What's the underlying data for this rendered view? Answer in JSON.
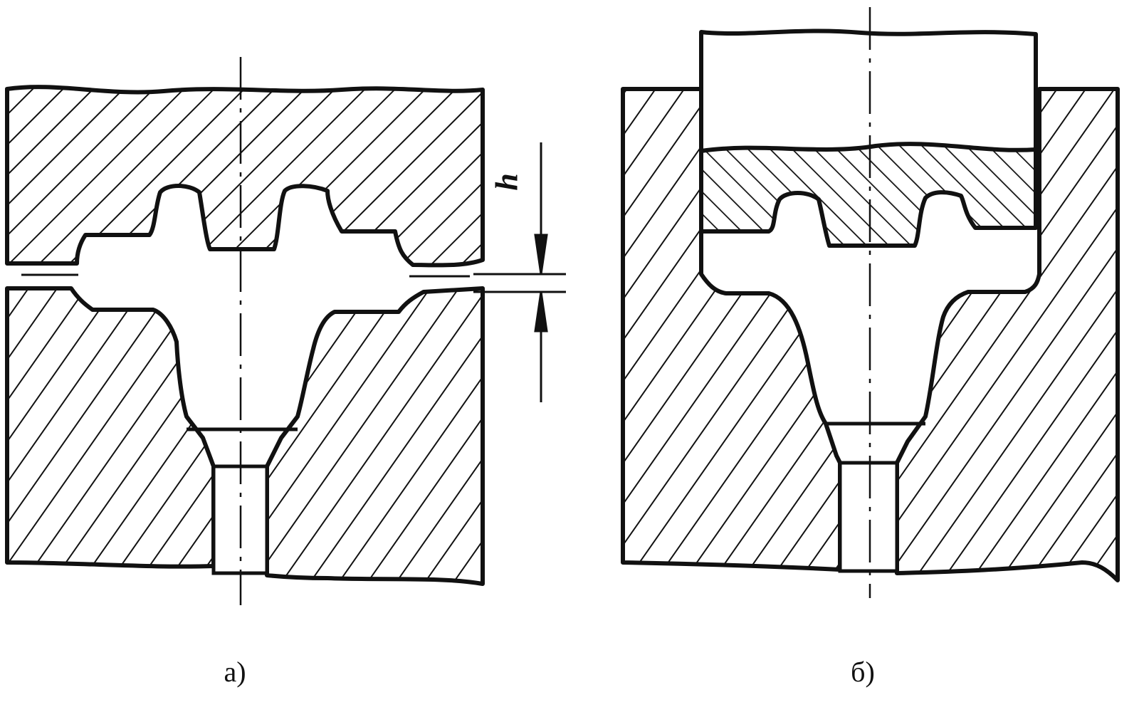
{
  "captions": {
    "a": "а)",
    "b": "б)"
  },
  "dimension": {
    "label": "h"
  },
  "colors": {
    "ink": "#111111",
    "paper": "#ffffff"
  }
}
